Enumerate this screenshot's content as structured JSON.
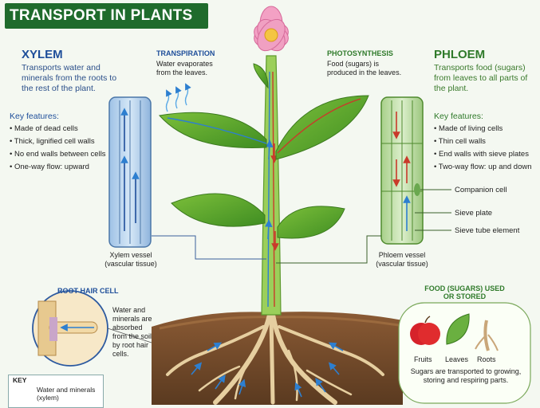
{
  "title": "TRANSPORT IN PLANTS",
  "xylem": {
    "heading": "XYLEM",
    "description": "Transports water and minerals from the roots to the rest of the plant.",
    "key_features_heading": "Key features:",
    "features": [
      "Made of dead cells",
      "Thick, lignified cell walls",
      "No end walls between cells",
      "One-way flow: upward"
    ],
    "vessel_label_1": "Xylem vessel",
    "vessel_label_2": "(vascular tissue)"
  },
  "phloem": {
    "heading": "PHLOEM",
    "description": "Transports food (sugars) from leaves to all parts of the plant.",
    "key_features_heading": "Key features:",
    "features": [
      "Made of living cells",
      "Thin cell walls",
      "End walls with sieve plates",
      "Two-way flow: up and down"
    ],
    "companion_cell": "Companion cell",
    "sieve_plate": "Sieve plate",
    "sieve_tube_element": "Sieve tube element",
    "vessel_label_1": "Phloem vessel",
    "vessel_label_2": "(vascular tissue)"
  },
  "transpiration": {
    "heading": "TRANSPIRATION",
    "text": "Water evaporates from the leaves."
  },
  "photosynthesis": {
    "heading": "PHOTOSYNTHESIS",
    "text": "Food (sugars) is produced in the leaves."
  },
  "root_hair": {
    "heading": "ROOT HAIR CELL",
    "text": "Water and minerals are absorbed from the soil by root hair cells."
  },
  "food_used": {
    "heading_1": "FOOD (SUGARS) USED",
    "heading_2": "OR STORED",
    "items": [
      "Fruits",
      "Leaves",
      "Roots"
    ],
    "text": "Sugars are transported to growing, storing and respiring parts."
  },
  "key": {
    "heading": "KEY",
    "item_1": "Water and minerals",
    "item_2": "(xylem)"
  },
  "colors": {
    "banner": "#1f6b2c",
    "xylem_blue": "#1e4e9a",
    "phloem_green": "#2f7a2a",
    "water_arrow": "#2d7fd0",
    "food_arrow": "#c93a2a"
  }
}
